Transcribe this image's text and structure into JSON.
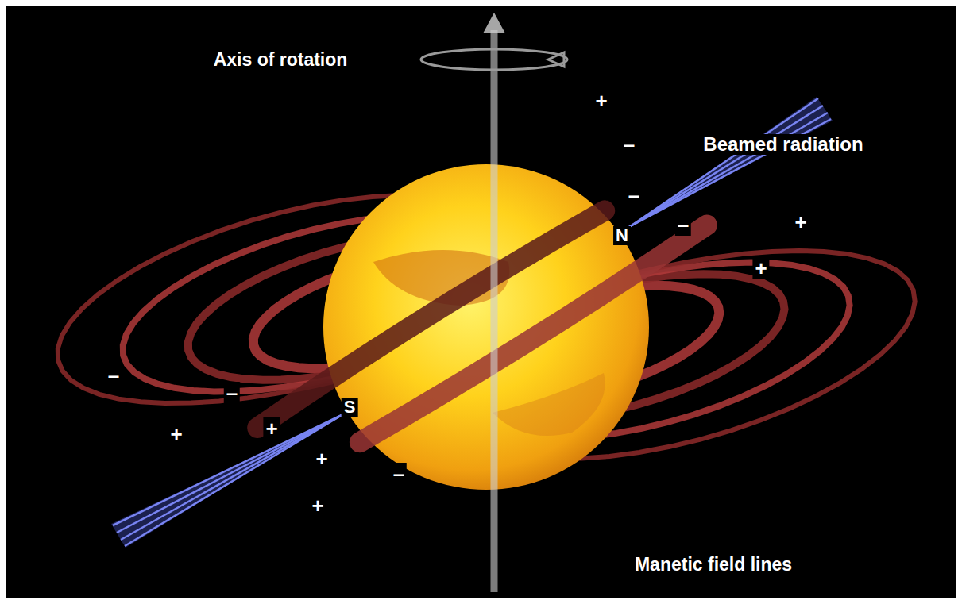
{
  "diagram": {
    "labels": [
      "Axis of rotation",
      "+",
      "–",
      "Beamed radiation",
      "–",
      "N",
      "–",
      "+",
      "+",
      "–",
      "–",
      "S",
      "+",
      "+",
      "+",
      "–",
      "+",
      "Manetic field lines"
    ]
  }
}
